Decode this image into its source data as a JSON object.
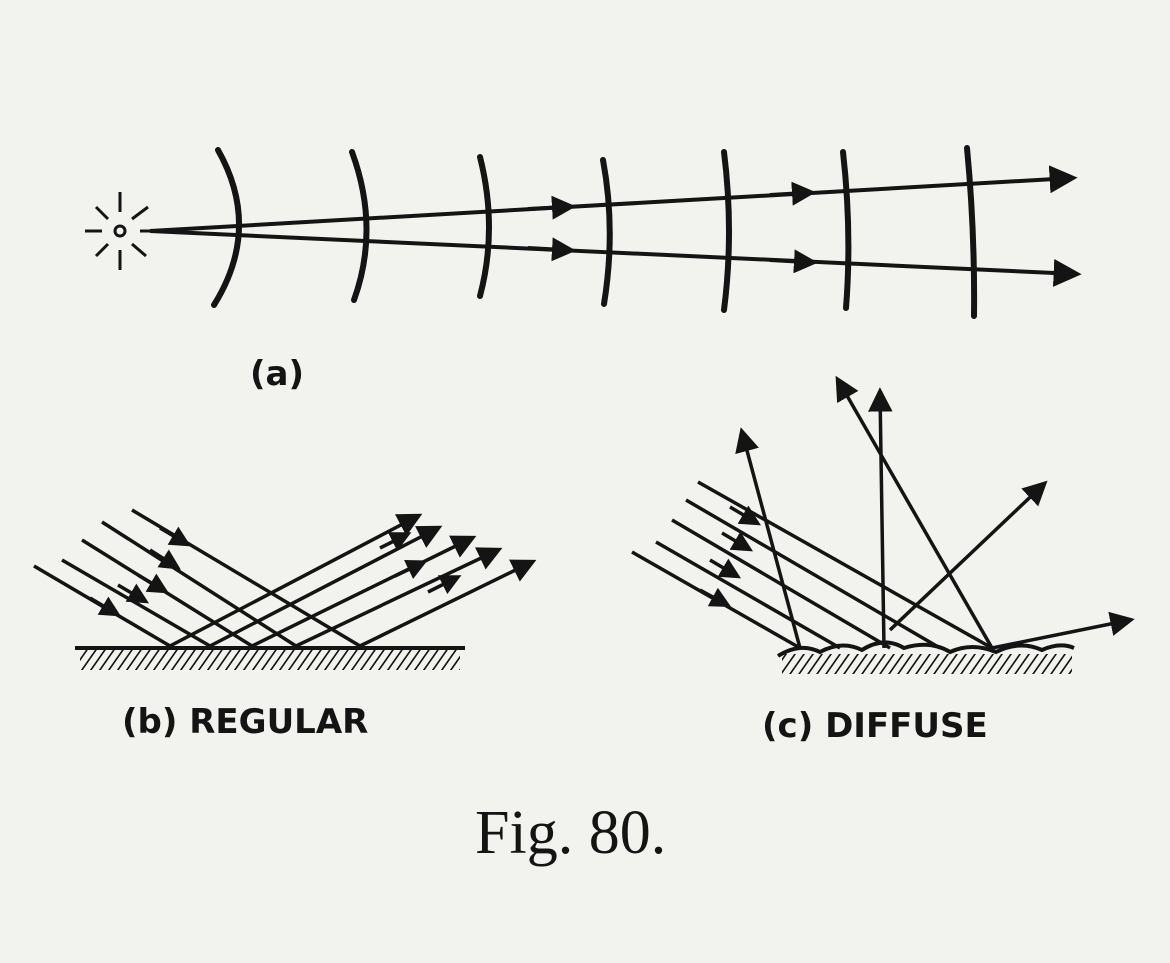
{
  "panels": {
    "a": {
      "label": "(a)"
    },
    "b": {
      "label": "(b) REGULAR"
    },
    "c": {
      "label": "(c) DIFFUSE"
    }
  },
  "caption": "Fig. 80.",
  "colors": {
    "paper": "#f2f2ef",
    "ink": "#141414"
  },
  "icons": {
    "source": "point-light-source-icon",
    "arrowhead": "arrowhead-icon"
  }
}
